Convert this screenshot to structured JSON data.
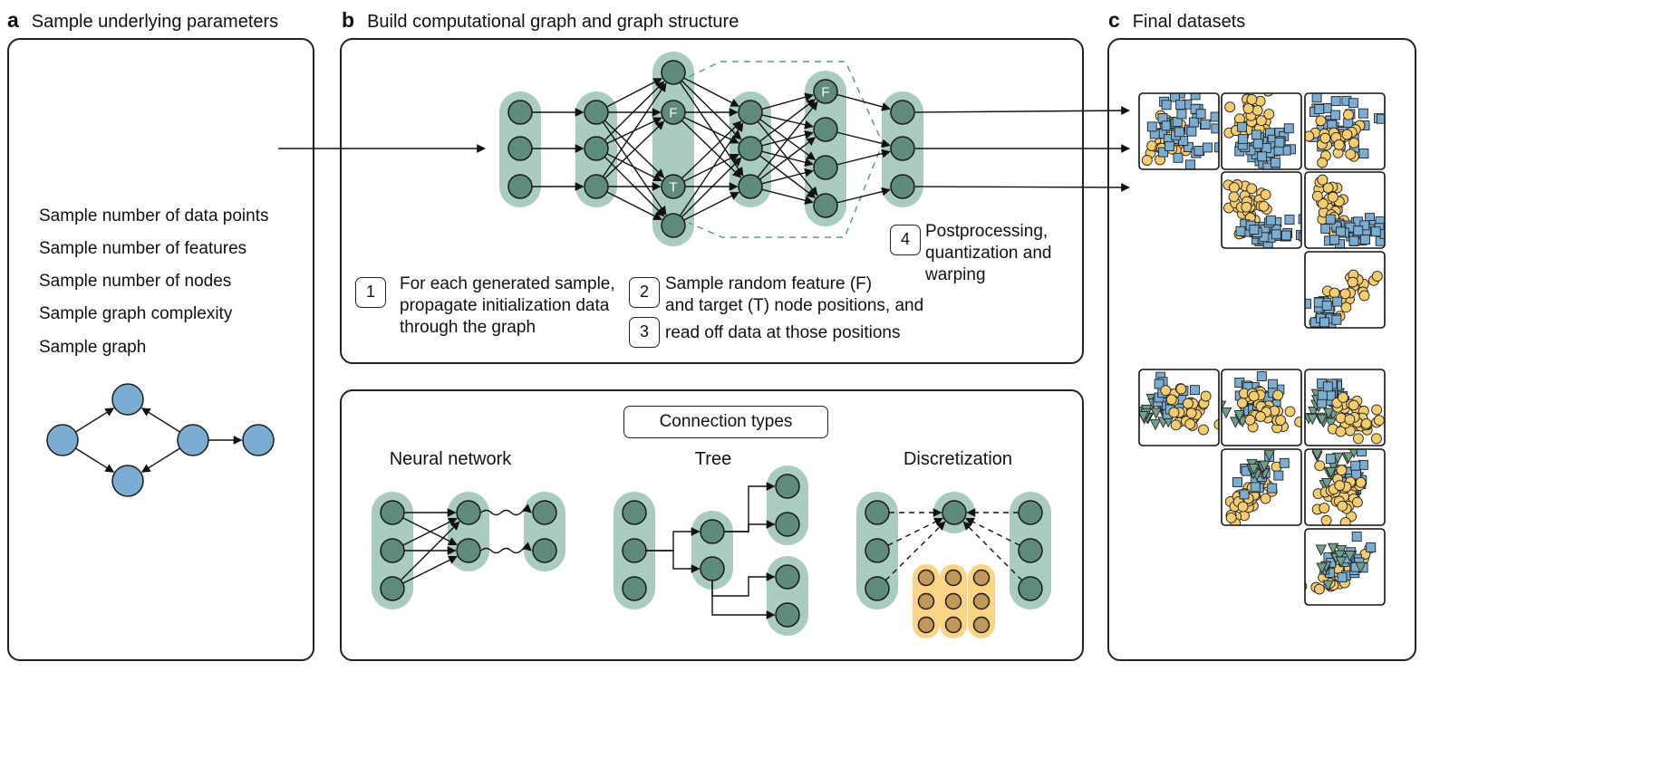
{
  "panels": {
    "a": {
      "letter": "a",
      "title": "Sample underlying parameters"
    },
    "b": {
      "letter": "b",
      "title": "Build computational graph and graph structure"
    },
    "c": {
      "letter": "c",
      "title": "Final datasets"
    }
  },
  "sampling_steps": [
    "Sample number of data points",
    "Sample number of features",
    "Sample number of nodes",
    "Sample graph complexity",
    "Sample graph"
  ],
  "graph_node_labels": {
    "feature": "F",
    "target": "T"
  },
  "steps": {
    "s1": {
      "num": "1",
      "lines": [
        "For each generated sample,",
        "propagate initialization data",
        "through the graph"
      ]
    },
    "s2": {
      "num": "2",
      "lines": [
        "Sample random feature (F)",
        "and target (T) node positions, and"
      ]
    },
    "s3": {
      "num": "3",
      "lines": [
        "read off data at those positions"
      ]
    },
    "s4": {
      "num": "4",
      "lines": [
        "Postprocessing,",
        "quantization and",
        "warping"
      ]
    }
  },
  "connection_types": {
    "title": "Connection types",
    "neural_network": "Neural network",
    "tree": "Tree",
    "discretization": "Discretization"
  },
  "colors": {
    "node_blue": "#7aadd1",
    "graph_green": "#a9ccbf",
    "node_green": "#5e8b7a",
    "point_yellow": "#f5cd6e",
    "pill_yellow": "#fbd585",
    "node_brown": "#c0995a",
    "triangle_green": "#72a08e"
  }
}
